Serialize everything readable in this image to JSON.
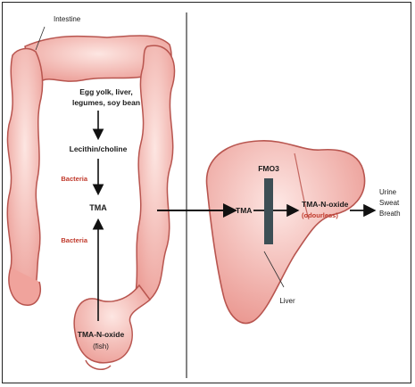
{
  "labels": {
    "intestine": "Intestine",
    "diet_sources": [
      "Egg yolk, liver,",
      "legumes, soy bean"
    ],
    "lecithin": "Lecithin/choline",
    "bacteria": "Bacteria",
    "tma_left": "TMA",
    "bacteria2": "Bacteria",
    "tma_n_oxide_fish": [
      "TMA-N-oxide",
      "(fish)"
    ],
    "fmo3": "FMO3",
    "tma_right": "TMA",
    "tma_n_oxide_liver": "TMA-N-oxide",
    "odourless": "(odourless)",
    "outputs": [
      "Urine",
      "Sweat",
      "Breath"
    ],
    "liver": "Liver"
  },
  "colors": {
    "organ_fill": "#f2a6a0",
    "organ_stroke": "#b8554f",
    "accent_red": "#c0392b",
    "bar": "#3d4f55"
  }
}
